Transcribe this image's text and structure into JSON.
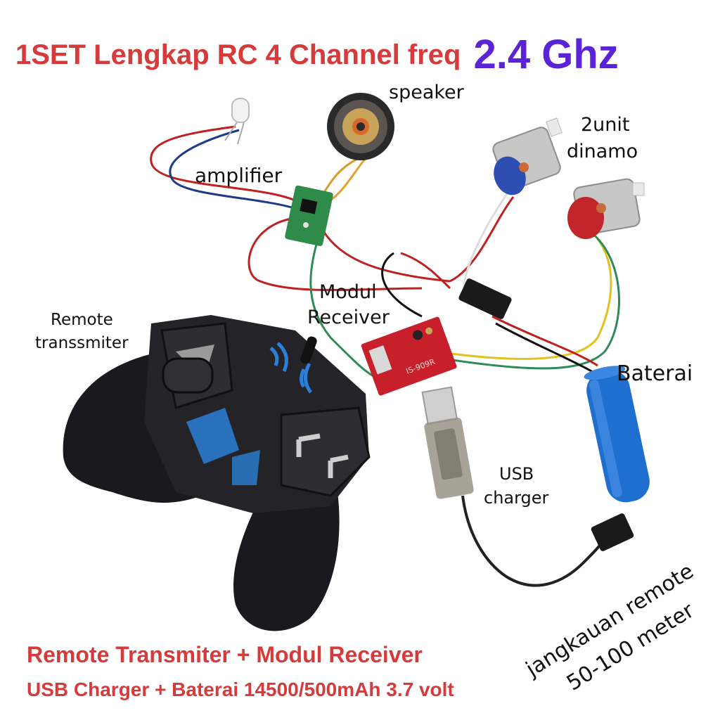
{
  "title": {
    "main": "1SET Lengkap RC 4 Channel freq",
    "freq": "2.4 Ghz"
  },
  "labels": {
    "speaker": "speaker",
    "dinamo_line1": "2unit",
    "dinamo_line2": "dinamo",
    "amplifier": "amplifier",
    "modul_line1": "Modul",
    "modul_line2": "Receiver",
    "remote_line1": "Remote",
    "remote_line2": "transsmiter",
    "baterai": "Baterai",
    "usb_line1": "USB",
    "usb_line2": "charger",
    "range_line1": "jangkauan remote",
    "range_line2": "50-100 meter",
    "pcb_text": "IS-909R"
  },
  "footer": {
    "line1": "Remote Transmiter + Modul Receiver",
    "line2": "USB Charger + Baterai 14500/500mAh 3.7 volt"
  },
  "colors": {
    "title_red": "#d63b3b",
    "freq_purple": "#5a23d8",
    "battery_blue": "#1f6fd1",
    "pcb_red": "#c8202a",
    "remote_black": "#1a1a1e",
    "remote_accent": "#2a7fd6"
  }
}
